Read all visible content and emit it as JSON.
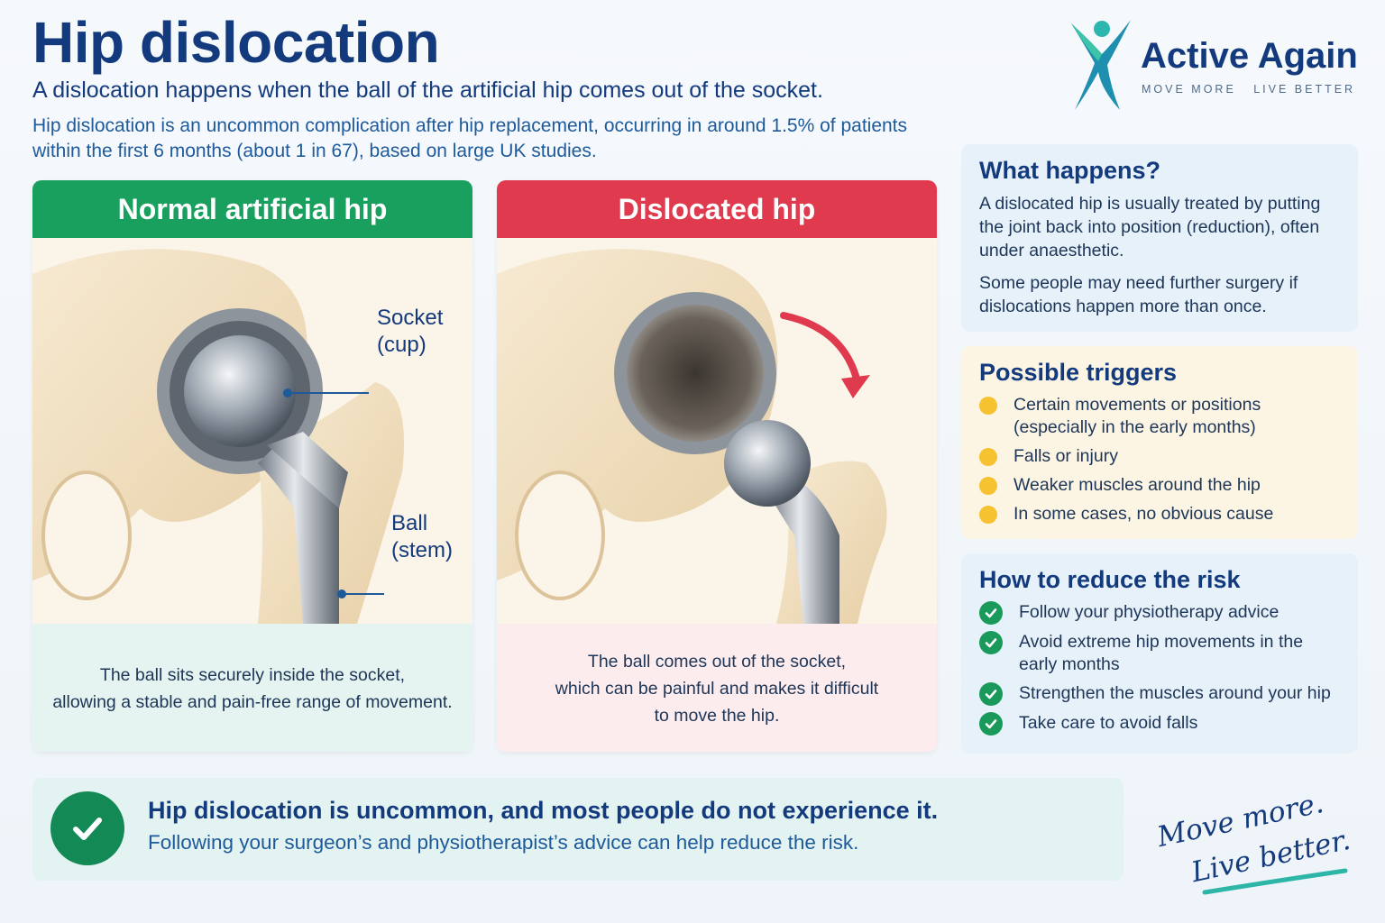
{
  "header": {
    "title": "Hip dislocation",
    "subtitle": "A dislocation happens when the ball of the artificial hip comes out of the socket.",
    "intro": "Hip dislocation is an uncommon complication after hip replacement, occurring in around 1.5% of patients within the first 6 months (about 1 in 67), based on large UK studies."
  },
  "logo": {
    "name": "Active Again",
    "tagline": "MOVE MORE   LIVE BETTER"
  },
  "panels": {
    "normal": {
      "heading": "Normal artificial hip",
      "label_socket_1": "Socket",
      "label_socket_2": "(cup)",
      "label_ball_1": "Ball",
      "label_ball_2": "(stem)",
      "caption_1": "The ball sits securely inside the socket,",
      "caption_2": "allowing a stable and pain-free range of movement."
    },
    "dislocated": {
      "heading": "Dislocated hip",
      "caption_1": "The ball comes out of the socket,",
      "caption_2": "which can be painful and makes it difficult",
      "caption_3": "to move the hip."
    }
  },
  "cards": {
    "what": {
      "title": "What happens?",
      "p1": "A dislocated hip is usually treated by putting the joint back into position (reduction), often under anaesthetic.",
      "p2": "Some people may need further surgery if dislocations happen more than once."
    },
    "triggers": {
      "title": "Possible triggers",
      "items": [
        "Certain movements or positions (especially in the early months)",
        "Falls or injury",
        "Weaker muscles around the hip",
        "In some cases, no obvious cause"
      ]
    },
    "reduce": {
      "title": "How to reduce the risk",
      "items": [
        "Follow your physiotherapy advice",
        "Avoid extreme hip movements in the early months",
        "Strengthen the muscles around your hip",
        "Take care to avoid falls"
      ]
    }
  },
  "banner": {
    "strong": "Hip dislocation is uncommon, and most people do not experience it.",
    "sub": "Following your surgeon’s and physiotherapist’s advice can help reduce the risk."
  },
  "slogan": {
    "line1": "Move more.",
    "line2": "Live better."
  },
  "colors": {
    "navy": "#133a7c",
    "green_header": "#1aa05e",
    "red_header": "#e03a4e",
    "bullet_yellow": "#f6c230",
    "check_green": "#1a9a5a"
  }
}
